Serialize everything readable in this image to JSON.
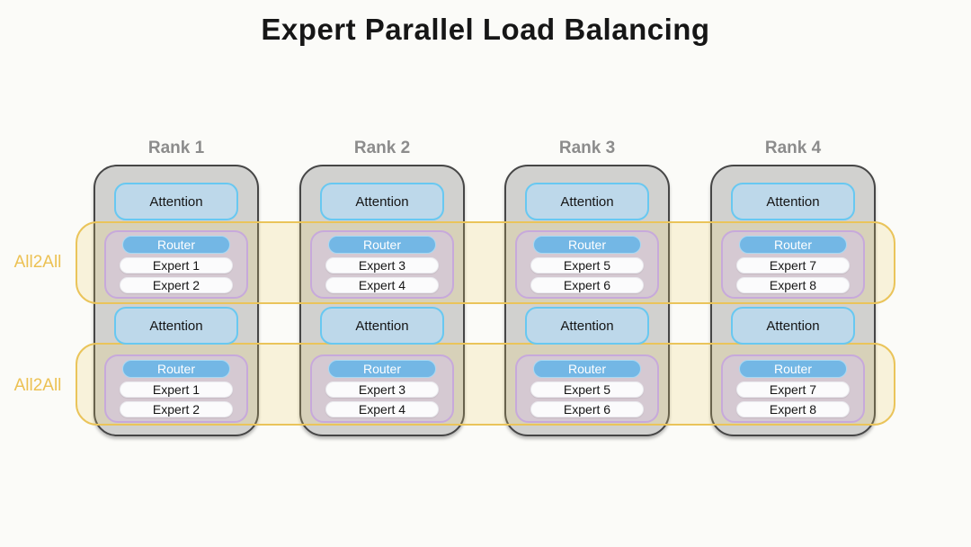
{
  "title": "Expert Parallel Load Balancing",
  "all2all": {
    "band1_label": "All2All",
    "band2_label": "All2All"
  },
  "ranks": [
    {
      "label": "Rank 1",
      "groups": [
        {
          "attention_label": "Attention",
          "router_label": "Router",
          "experts": [
            "Expert 1",
            "Expert 2"
          ]
        },
        {
          "attention_label": "Attention",
          "router_label": "Router",
          "experts": [
            "Expert 1",
            "Expert 2"
          ]
        }
      ]
    },
    {
      "label": "Rank 2",
      "groups": [
        {
          "attention_label": "Attention",
          "router_label": "Router",
          "experts": [
            "Expert 3",
            "Expert 4"
          ]
        },
        {
          "attention_label": "Attention",
          "router_label": "Router",
          "experts": [
            "Expert 3",
            "Expert 4"
          ]
        }
      ]
    },
    {
      "label": "Rank 3",
      "groups": [
        {
          "attention_label": "Attention",
          "router_label": "Router",
          "experts": [
            "Expert 5",
            "Expert 6"
          ]
        },
        {
          "attention_label": "Attention",
          "router_label": "Router",
          "experts": [
            "Expert 5",
            "Expert 6"
          ]
        }
      ]
    },
    {
      "label": "Rank 4",
      "groups": [
        {
          "attention_label": "Attention",
          "router_label": "Router",
          "experts": [
            "Expert 7",
            "Expert 8"
          ]
        },
        {
          "attention_label": "Attention",
          "router_label": "Router",
          "experts": [
            "Expert 7",
            "Expert 8"
          ]
        }
      ]
    }
  ],
  "colors": {
    "title_text": "#161616",
    "rank_label_text": "#8c8c8c",
    "rank_fill": "#d1d1cf",
    "rank_border": "#464646",
    "attention_fill": "#bdd8ea",
    "attention_border": "#68c8f1",
    "expert_group_fill": "#d5c9d2",
    "expert_group_border": "#c7a9db",
    "router_fill": "#73b7e5",
    "router_border": "#a8d9f3",
    "router_text": "#ffffff",
    "expert_fill": "#fbfbfc",
    "band_border": "#eac45a",
    "all2all_text": "#ecc153"
  }
}
